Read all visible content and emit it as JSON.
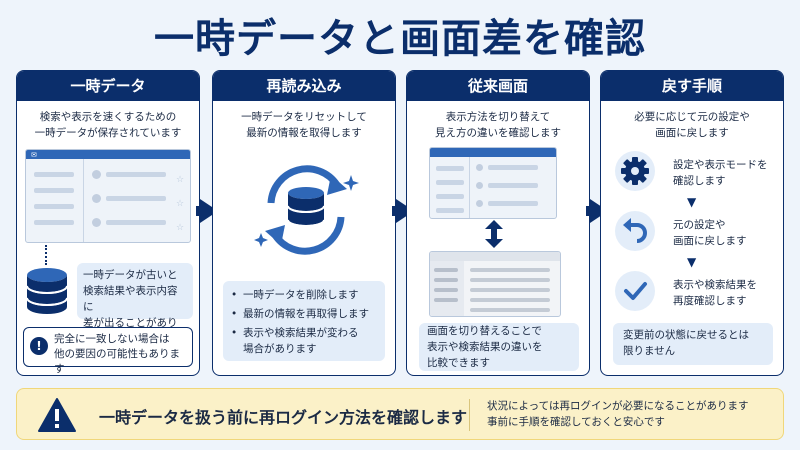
{
  "title": "一時データと画面差を確認",
  "cards": [
    {
      "header": "一時データ",
      "desc": [
        "検索や表示を速くするための",
        "一時データが保存されています"
      ],
      "note": [
        "一時データが古いと",
        "検索結果や表示内容に",
        "差が出ることがあります"
      ],
      "warn": [
        "完全に一致しない場合は",
        "他の要因の可能性もあります"
      ]
    },
    {
      "header": "再読み込み",
      "desc": [
        "一時データをリセットして",
        "最新の情報を取得します"
      ],
      "bullets": [
        "一時データを削除します",
        "最新の情報を再取得します",
        "表示や検索結果が変わる",
        "場合があります"
      ]
    },
    {
      "header": "従来画面",
      "desc": [
        "表示方法を切り替えて",
        "見え方の違いを確認します"
      ],
      "note": [
        "画面を切り替えることで",
        "表示や検索結果の違いを",
        "比較できます"
      ]
    },
    {
      "header": "戻す手順",
      "desc": [
        "必要に応じて元の設定や",
        "画面に戻します"
      ],
      "steps": [
        {
          "lines": [
            "設定や表示モードを",
            "確認します"
          ],
          "icon": "gear-icon"
        },
        {
          "lines": [
            "元の設定や",
            "画面に戻します"
          ],
          "icon": "undo-icon"
        },
        {
          "lines": [
            "表示や検索結果を",
            "再度確認します"
          ],
          "icon": "check-icon"
        }
      ],
      "note": [
        "変更前の状態に戻せるとは",
        "限りません"
      ]
    }
  ],
  "bottom": {
    "main": "一時データを扱う前に再ログイン方法を確認します",
    "sub": [
      "状況によっては再ログインが必要になることがあります",
      "事前に手順を確認しておくと安心です"
    ]
  },
  "colors": {
    "navy": "#0b2e6b",
    "blue": "#2f67b7",
    "light": "#e3edf9",
    "yellow": "#fbf1c8"
  }
}
